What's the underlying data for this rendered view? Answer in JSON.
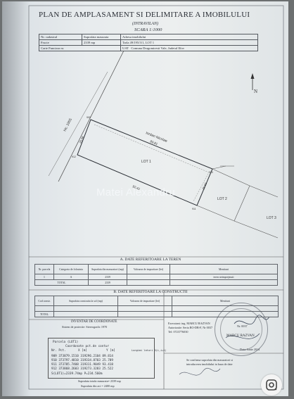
{
  "title": "PLAN DE AMPLASAMENT SI DELIMITARE A IMOBILULUI",
  "subtitle": "(INTRAVILAN)",
  "scale": "SCARA 1:1000",
  "header": {
    "nr_cadastral_label": "Nr. cadastral",
    "suprafata_label": "Suprafata masurata",
    "adresa_label": "Adresa imobilului",
    "nr_cadastral_value": "Fructe",
    "suprafata_value": "2339 mp",
    "adresa_value": "Tarla 49/195/3/1, LOT 1",
    "carte_funciara_label": "Carte Funciara nr.",
    "uat_label": "UAT",
    "uat_value": "Comuna Dragomiresti Vale, Judetul Ilfov"
  },
  "plan": {
    "north": "N",
    "road_label": "Hc. 1955",
    "neighbor_label": "Iordan Nicolae",
    "top_length": "89.81",
    "left_length": "25.48",
    "bottom_length": "92.41",
    "right_length": "25.52",
    "lot1": "LOT 1",
    "lot2": "LOT 2",
    "lot3": "LOT 3",
    "pt_909": "909",
    "pt_910": "910",
    "pt_911": "911",
    "pt_912": "912"
  },
  "watermark": "Matei Alexandru",
  "section_a": {
    "title": "A. DATE REFERITOARE LA TEREN",
    "headers": [
      "Nr. parcela",
      "Categoria de folosinta",
      "Suprafata din masuratori (mp)",
      "Valoarea de impozitare (lei)",
      "Mentiuni"
    ],
    "row": [
      "1",
      "A",
      "2339",
      "",
      "teren neimprejmuit"
    ],
    "total_label": "TOTAL",
    "total_value": "2339"
  },
  "section_b": {
    "title": "B. DATE REFERITOARE LA CONSTRUCTII",
    "headers": [
      "Cod constr.",
      "Suprafata construita la sol (mp)",
      "Valoarea de impozitare (lei)",
      "Mentiuni"
    ],
    "total_label": "TOTAL"
  },
  "inventar": {
    "title": "INVENTAR DE COORDONATE",
    "system": "Sistem de proiectie: Stereografic 1970"
  },
  "coord_table": {
    "title": "Parcela (LOT1)",
    "header1": "Coordonate pct.de contur",
    "header2": [
      "Nr. Pct.",
      "X [m]",
      "Y [m]",
      "Lungimi laturi D(i,i+1)"
    ],
    "rows": [
      "909 373879.1510 319296.2104  89.814",
      "910 373797.4810 319334.8703  25.789",
      "911 373785.7408 319311.9049  93.418",
      "912 373868.2603 319273.3283  25.522"
    ],
    "footer": "S(LOT1)=2339.74mp  P=234.560m"
  },
  "surfaces": {
    "total": "Suprafata totala masurata= 2339 mp",
    "act": "Suprafata din act = 2400 mp"
  },
  "executant": {
    "label": "Executant: ing. MARCU RAZVAN",
    "autorizare": "Autorizatie: Seria RO-DB-F, Nr 0037",
    "phone": "Tel: 0723776030",
    "stamp_text": "MARCU RAZVAN",
    "stamp_number": "Nr. 0037",
    "date": "Data: Iunie 2014"
  },
  "confirm": {
    "line1": "Se confirma suprafata din masuratori si",
    "line2": "introducerea imobilului in baza de date"
  }
}
